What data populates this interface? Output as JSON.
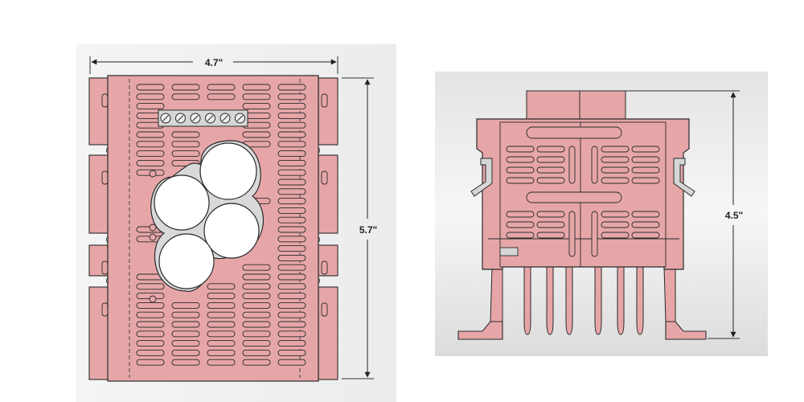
{
  "dimensions": {
    "top_view_width": "4.7\"",
    "top_view_height": "5.7\"",
    "side_view_height": "4.5\""
  },
  "colors": {
    "body": "#e6a6a8",
    "outline": "#2a2a2a",
    "slot": "#e6a6a8",
    "background_left": "#f1f1f1",
    "background_right": "#e2e2e2"
  },
  "terminal_block": {
    "screw_count": 6
  },
  "capacitors": {
    "count": 4
  }
}
